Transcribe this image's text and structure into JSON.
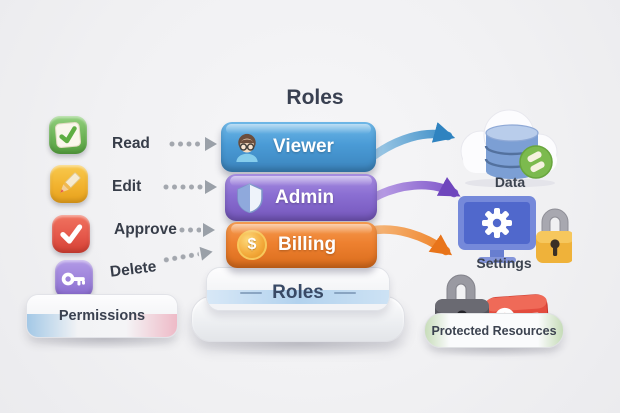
{
  "colors": {
    "background": "#f1f1f3",
    "viewer_blue": "#4a9bd6",
    "admin_purple": "#8a6ed2",
    "billing_orange": "#ee8130",
    "arrow_blue": "#3a8cc6",
    "arrow_purple": "#7b52c8",
    "arrow_orange": "#ee7d1f",
    "read_tile_green": "#6db457",
    "edit_tile_amber": "#f2b32f",
    "approve_tile_red": "#e5584b",
    "delete_tile_purple": "#9c82da",
    "roles_platform_band_blue": "#b2d2ee",
    "permissions_band_blue": "#a3c8e6",
    "permissions_band_pink": "#eebac7",
    "protected_band_green": "#c8ddba",
    "text_dark": "#394051"
  },
  "permissions": {
    "platform_label": "Permissions",
    "items": [
      {
        "label": "Read",
        "icon": "checkbox-check-icon",
        "tile_color": "#6db457"
      },
      {
        "label": "Edit",
        "icon": "pencil-icon",
        "tile_color": "#f2b32f"
      },
      {
        "label": "Approve",
        "icon": "check-icon",
        "tile_color": "#e5584b"
      },
      {
        "label": "Delete",
        "icon": "key-icon",
        "tile_color": "#9c82da"
      }
    ]
  },
  "roles": {
    "heading": "Roles",
    "platform_label": "Roles",
    "items": [
      {
        "label": "Viewer",
        "icon": "user-avatar-icon",
        "color": "#4a9bd6"
      },
      {
        "label": "Admin",
        "icon": "shield-icon",
        "color": "#8a6ed2"
      },
      {
        "label": "Billing",
        "icon": "dollar-coin-icon",
        "coin_symbol": "$",
        "color": "#ee8130"
      }
    ]
  },
  "resources": {
    "items": [
      {
        "label": "Data",
        "icons": [
          "cloud-icon",
          "database-icon",
          "sync-badge-icon"
        ]
      },
      {
        "label": "Settings",
        "icons": [
          "monitor-icon",
          "gear-icon",
          "gold-padlock-icon"
        ]
      },
      {
        "label": "Protected Resources",
        "icons": [
          "dark-padlock-icon",
          "red-key-card-icon"
        ]
      }
    ]
  },
  "arrows": {
    "flow": [
      {
        "from": "Viewer",
        "to": "Data",
        "color": "#3a8cc6"
      },
      {
        "from": "Admin",
        "to": "Settings",
        "color": "#7b52c8"
      },
      {
        "from": "Billing",
        "to": "Protected Resources",
        "color": "#ee7d1f"
      }
    ],
    "permission_connectors": "dotted-gray"
  }
}
